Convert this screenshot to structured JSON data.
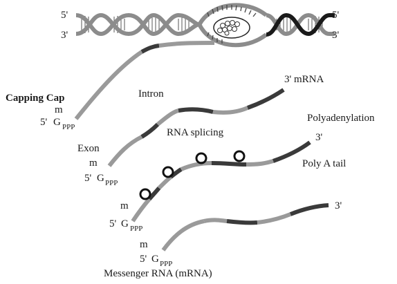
{
  "dna": {
    "left_top": "5'",
    "left_bottom": "3'",
    "right_top": "5'",
    "right_bottom": "3'"
  },
  "labels": {
    "capping_cap": "Capping Cap",
    "intron": "Intron",
    "rna_splicing": "RNA splicing",
    "exon": "Exon",
    "three_prime_mrna": "3' mRNA",
    "polyadenylation": "Polyadenylation",
    "three_prime_poly": "3'",
    "poly_a_tail": "Poly A tail",
    "three_prime_final": "3'",
    "messenger_rna": "Messenger RNA (mRNA)"
  },
  "caps": [
    {
      "m": "m",
      "five": "5'",
      "g": "G",
      "ppp": "PPP"
    },
    {
      "m": "m",
      "five": "5'",
      "g": "G",
      "ppp": "PPP"
    },
    {
      "m": "m",
      "five": "5'",
      "g": "G",
      "ppp": "PPP"
    },
    {
      "m": "m",
      "five": "5'",
      "g": "G",
      "ppp": "PPP"
    }
  ],
  "colors": {
    "exon": "#9a9a9a",
    "intron": "#3a3a3a",
    "dna": "#8c8c8c",
    "dna_dark": "#1a1a1a",
    "text": "#1a1a1a"
  }
}
